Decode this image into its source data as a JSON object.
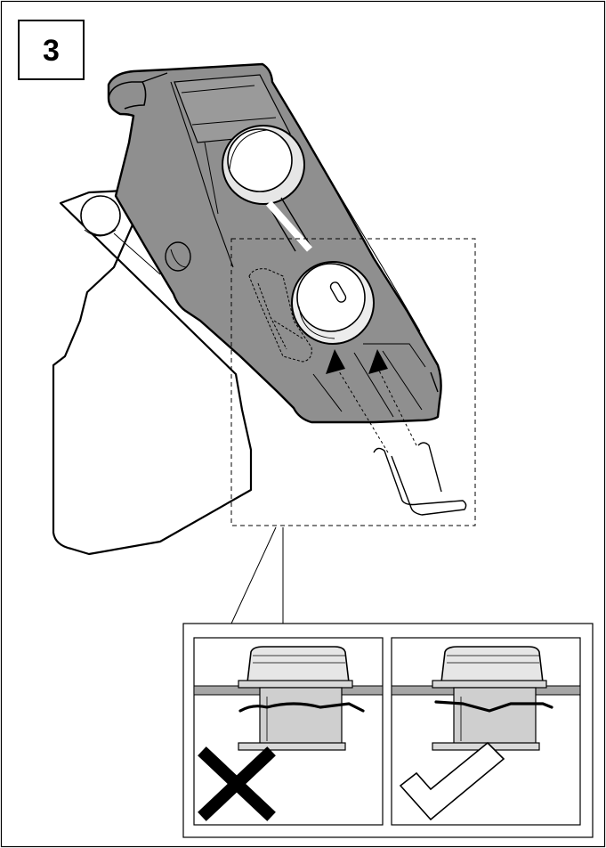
{
  "step": {
    "number": "3"
  },
  "colors": {
    "housing_fill": "#8f8f8f",
    "seal_fill": "#d9d9d9",
    "plate_fill": "#a6a6a6",
    "line": "#000000",
    "paper": "#ffffff"
  },
  "panels": [
    {
      "id": "wrong",
      "verdict_icon": "cross-icon"
    },
    {
      "id": "right",
      "verdict_icon": "check-icon"
    }
  ]
}
